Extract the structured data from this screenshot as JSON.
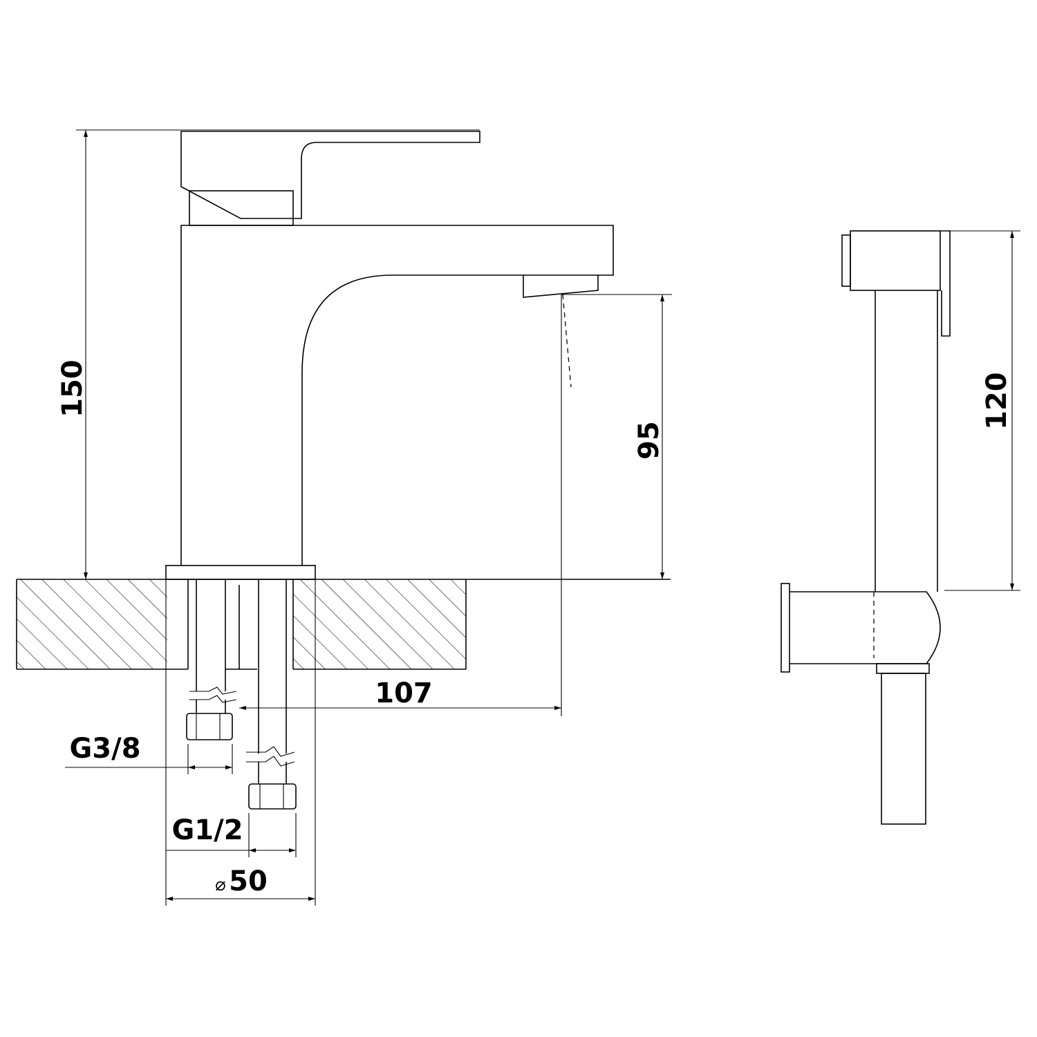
{
  "dimensions": {
    "height_total": "150",
    "spout_height": "95",
    "spout_reach": "107",
    "hand_shower_length": "120",
    "diameter_symbol": "⌀",
    "base_diameter": "50",
    "cold_connection": "G3/8",
    "hot_connection": "G1/2"
  }
}
